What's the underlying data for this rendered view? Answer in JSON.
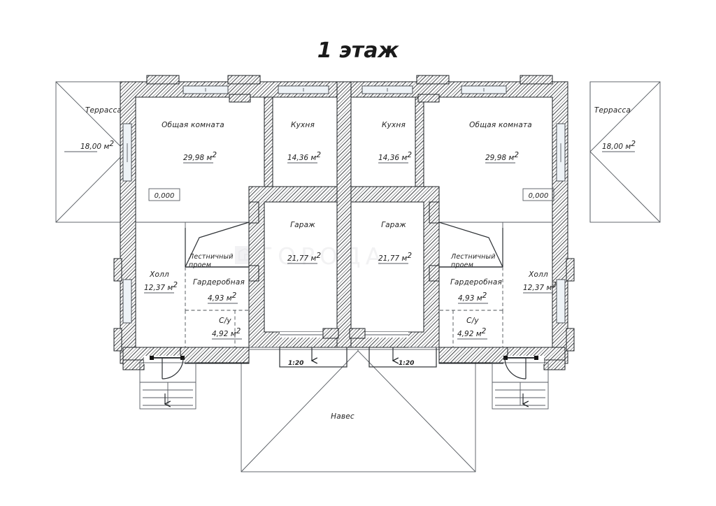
{
  "title": "1 этаж",
  "watermark": {
    "text": "ГОРОДА"
  },
  "rooms": {
    "terrace_left": {
      "name": "Террасса",
      "area": "18,00 м",
      "sup": "2"
    },
    "terrace_right": {
      "name": "Террасса",
      "area": "18,00 м",
      "sup": "2"
    },
    "living_left": {
      "name": "Общая комната",
      "area": "29,98 м",
      "sup": "2"
    },
    "living_right": {
      "name": "Общая комната",
      "area": "29,98 м",
      "sup": "2"
    },
    "kitchen_left": {
      "name": "Кухня",
      "area": "14,36 м",
      "sup": "2"
    },
    "kitchen_right": {
      "name": "Кухня",
      "area": "14,36 м",
      "sup": "2"
    },
    "garage_left": {
      "name": "Гараж",
      "area": "21,77 м",
      "sup": "2"
    },
    "garage_right": {
      "name": "Гараж",
      "area": "21,77 м",
      "sup": "2"
    },
    "hall_left": {
      "name": "Холл",
      "area": "12,37 м",
      "sup": "2"
    },
    "hall_right": {
      "name": "Холл",
      "area": "12,37 м",
      "sup": "2"
    },
    "wardrobe_left": {
      "name": "Гардеробная",
      "area": "4,93 м",
      "sup": "2"
    },
    "wardrobe_right": {
      "name": "Гардеробная",
      "area": "4,93 м",
      "sup": "2"
    },
    "bath_left": {
      "name": "С/у",
      "area": "4,92 м",
      "sup": "2"
    },
    "bath_right": {
      "name": "С/у",
      "area": "4,92 м",
      "sup": "2"
    },
    "stair_left": {
      "name_line1": "Лестничный",
      "name_line2": "проем"
    },
    "stair_right": {
      "name_line1": "Лестничный",
      "name_line2": "проем"
    },
    "canopy": {
      "name": "Навес"
    }
  },
  "levels": {
    "left": "0,000",
    "right": "0,000"
  },
  "ramps": {
    "left": {
      "slope": "1:20",
      "arrow": "down-arrow-icon"
    },
    "right": {
      "slope": "1:20",
      "arrow": "down-arrow-icon"
    }
  },
  "stairs": {
    "left": {
      "arrow": "down-arrow-icon"
    },
    "right": {
      "arrow": "down-arrow-icon"
    }
  },
  "colors": {
    "background": "#ffffff",
    "line": "#2b2f33",
    "wall_outline": "#1d2124",
    "window_fill": "#eef3f7",
    "text": "#222222",
    "watermark": "#cfcfd4"
  }
}
